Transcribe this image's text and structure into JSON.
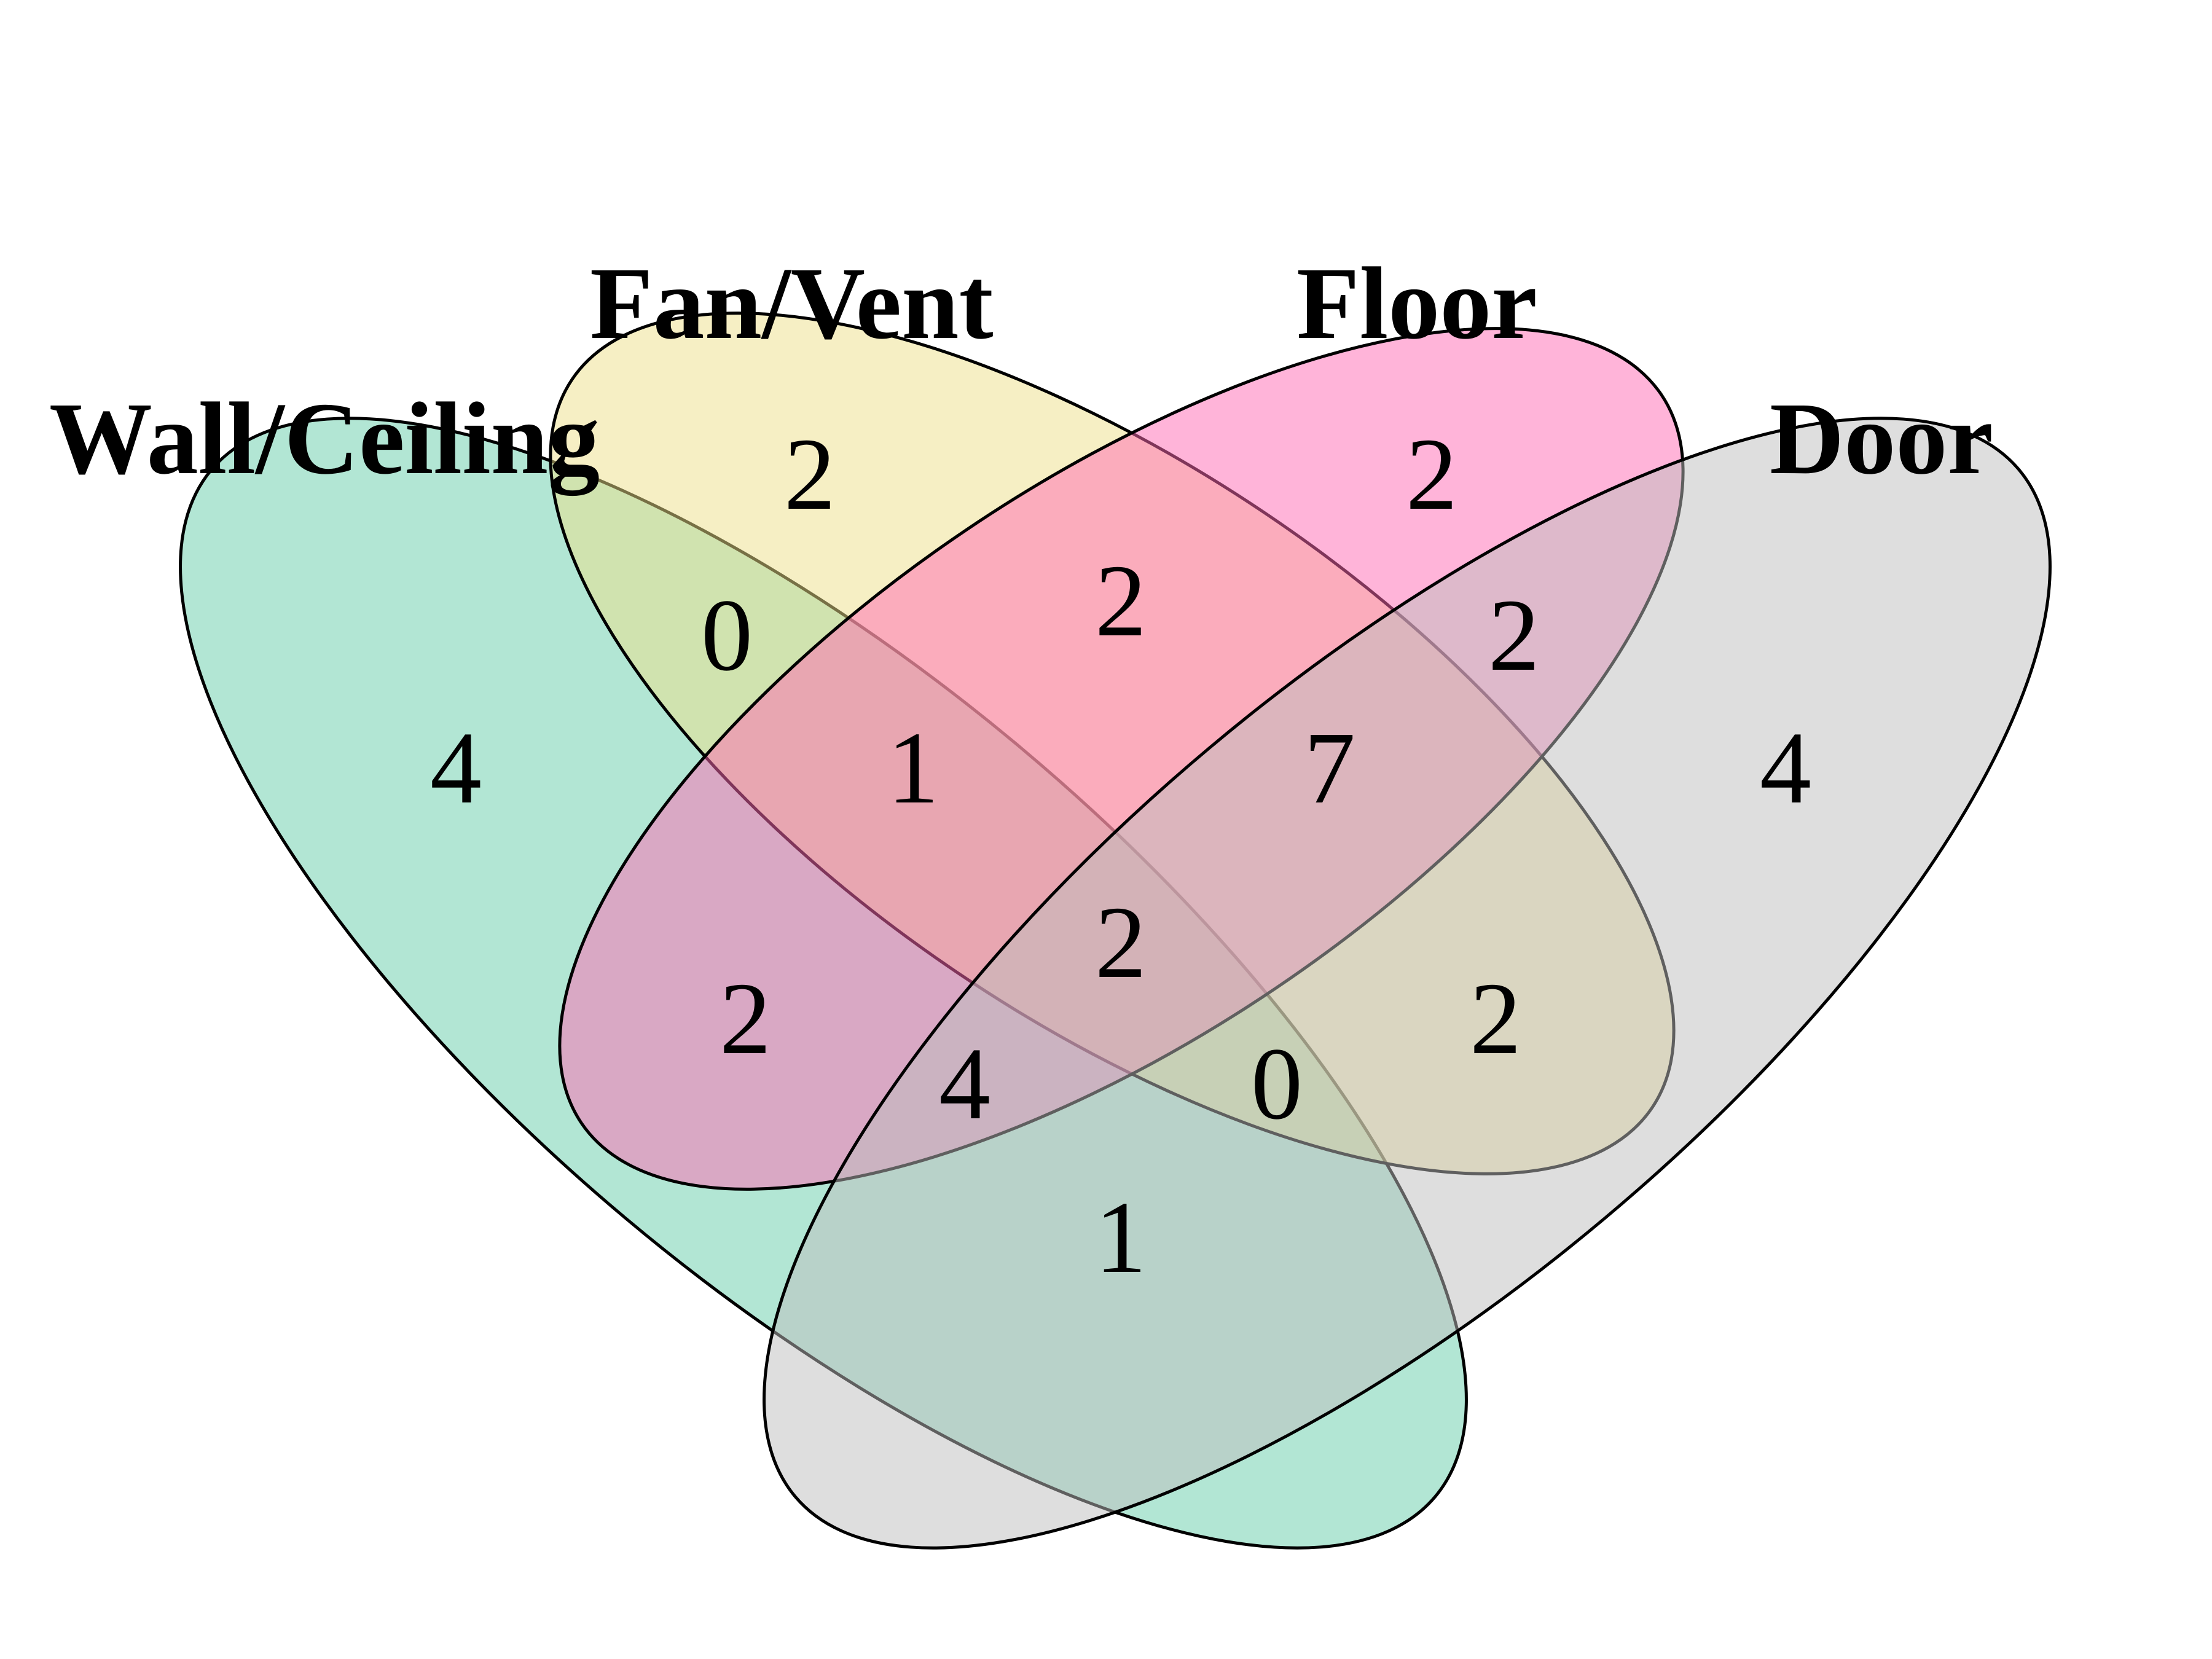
{
  "sets": [
    {
      "key": "wall",
      "label": "Wall/Ceiling",
      "color": "#66CDAA"
    },
    {
      "key": "fan",
      "label": "Fan/Vent",
      "color": "#EEE08A"
    },
    {
      "key": "floor",
      "label": "Floor",
      "color": "#FF69B4"
    },
    {
      "key": "door",
      "label": "Door",
      "color": "#BEBEBE"
    }
  ],
  "regions": {
    "wall_only": "4",
    "fan_only": "2",
    "floor_only": "2",
    "door_only": "4",
    "wall_fan": "0",
    "fan_floor": "2",
    "floor_door": "2",
    "wall_floor": "2",
    "fan_door": "2",
    "wall_door": "1",
    "wall_fan_floor": "1",
    "fan_floor_door": "7",
    "wall_floor_door": "4",
    "wall_fan_door": "0",
    "all_four": "2"
  }
}
